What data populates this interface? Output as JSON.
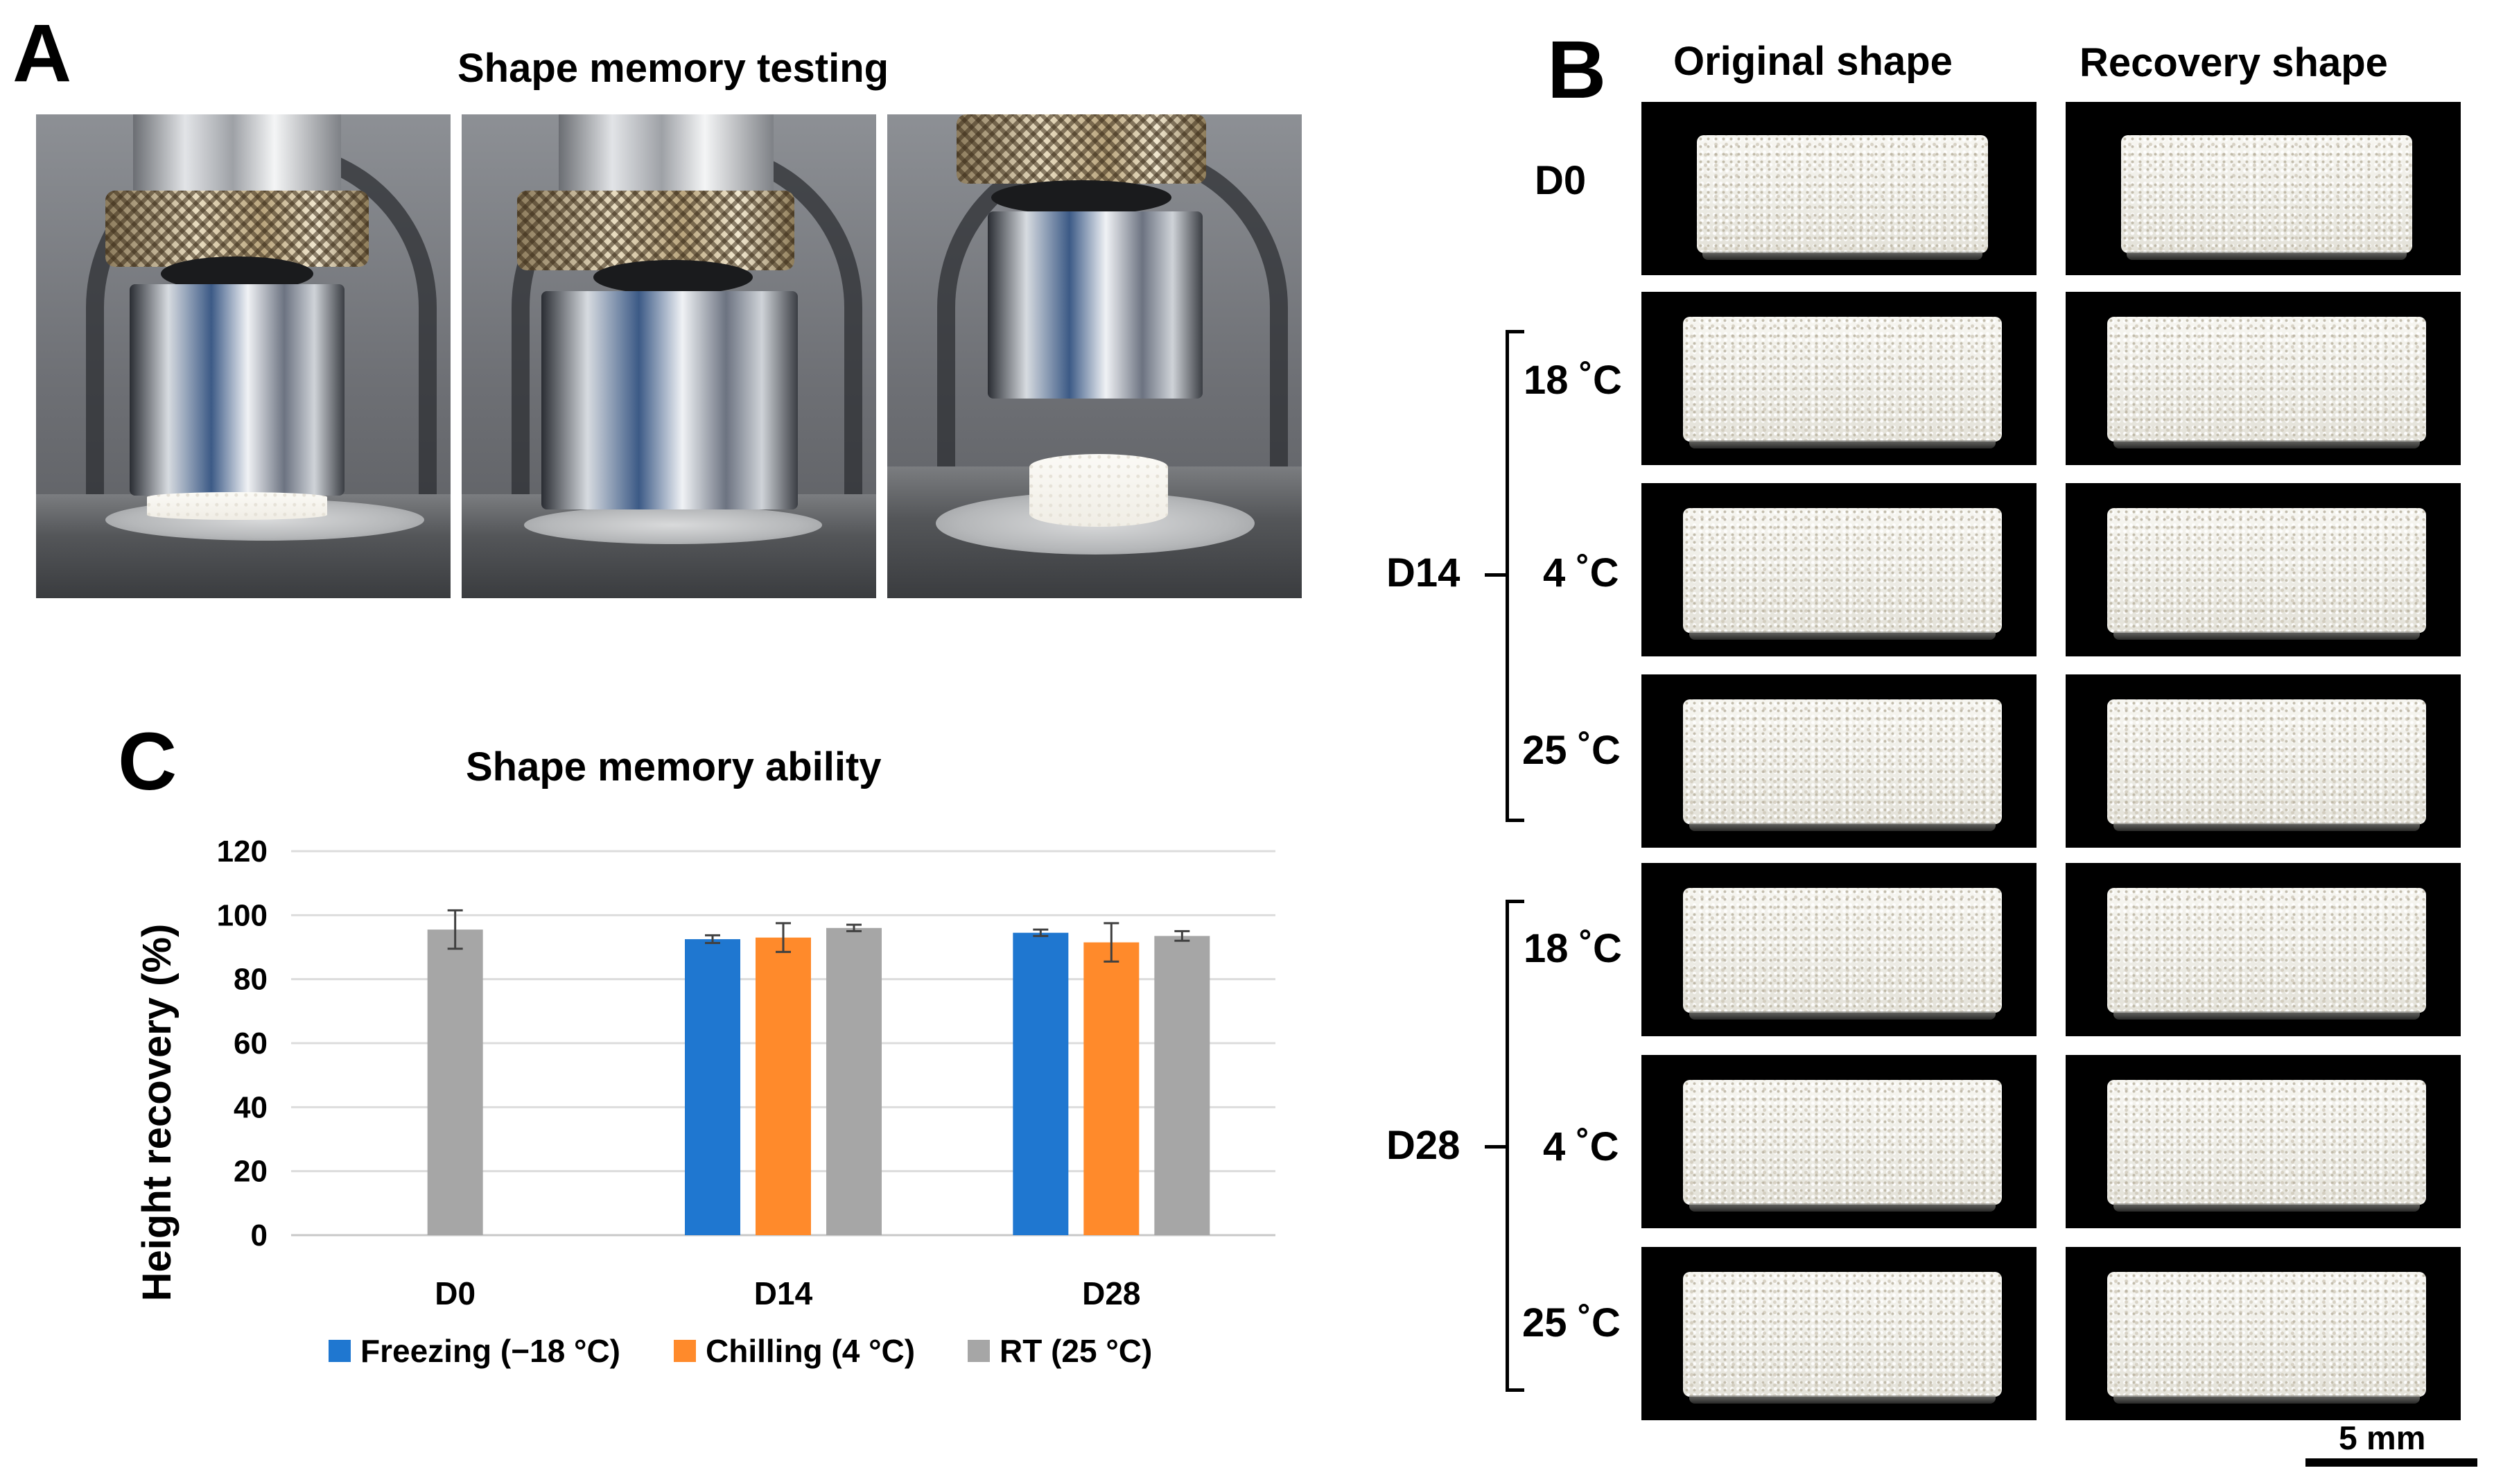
{
  "panel_a": {
    "letter": "A",
    "title": "Shape memory testing"
  },
  "panel_b": {
    "letter": "B",
    "col_headers": [
      "Original shape",
      "Recovery shape"
    ],
    "row_labels": [
      "D0",
      "18 ˚C",
      "4 ˚C",
      "25 ˚C",
      "18 ˚C",
      "4 ˚C",
      "25 ˚C"
    ],
    "group_labels": [
      "D14",
      "D28"
    ],
    "scale_label": "5 mm"
  },
  "panel_c": {
    "letter": "C"
  },
  "chart_data": {
    "type": "bar",
    "title": "Shape memory ability",
    "xlabel": "",
    "ylabel": "Height recovery (%)",
    "ylim": [
      0,
      120
    ],
    "yticks": [
      0,
      20,
      40,
      60,
      80,
      100,
      120
    ],
    "categories": [
      "D0",
      "D14",
      "D28"
    ],
    "series": [
      {
        "name": "Freezing (−18 °C)",
        "color": "#1f77d0",
        "values": [
          null,
          92.5,
          94.5
        ],
        "errors": [
          null,
          1.2,
          1.0
        ]
      },
      {
        "name": "Chilling (4 °C)",
        "color": "#ff8a2b",
        "values": [
          null,
          93,
          91.5
        ],
        "errors": [
          null,
          4.5,
          6.0
        ]
      },
      {
        "name": "RT (25 °C)",
        "color": "#a6a6a6",
        "values": [
          95.5,
          96,
          93.5
        ],
        "errors": [
          6.0,
          1.0,
          1.5
        ]
      }
    ],
    "grid": true,
    "legend": "bottom"
  }
}
